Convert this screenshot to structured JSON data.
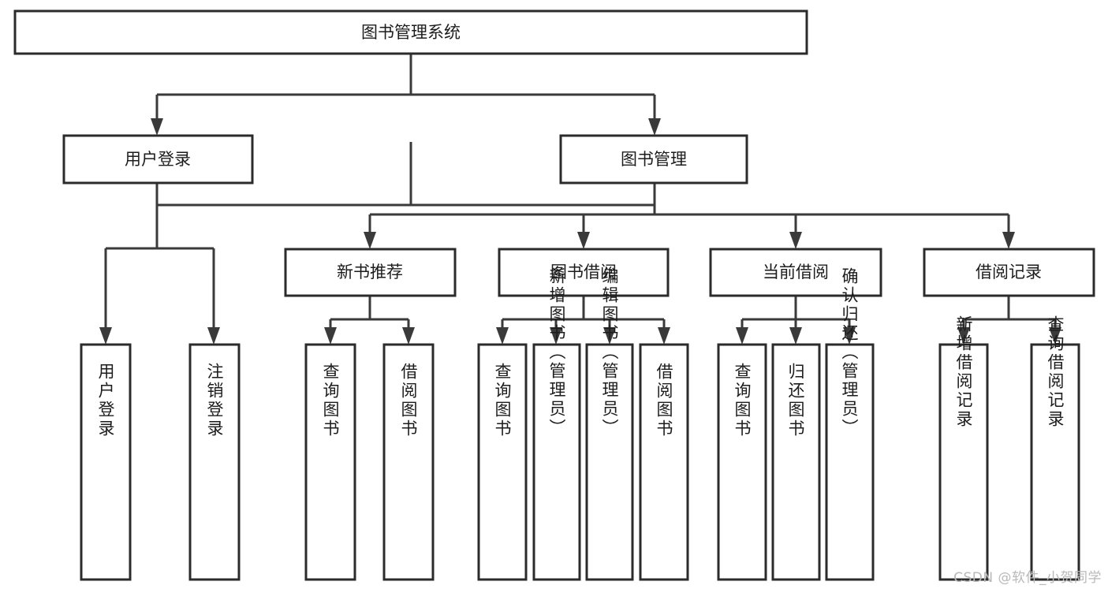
{
  "diagram": {
    "type": "tree-hierarchy-flowchart",
    "title": "图书管理系统",
    "background_color": "#ffffff",
    "box_border_color": "#2b2b2b",
    "connector_color": "#3a3a3a",
    "text_color": "#1c1c1c",
    "levels": [
      {
        "level": 1,
        "nodes": [
          {
            "id": "root",
            "label": "图书管理系统",
            "orientation": "horizontal"
          }
        ]
      },
      {
        "level": 2,
        "nodes": [
          {
            "id": "user-login",
            "label": "用户登录",
            "orientation": "horizontal",
            "parent": "root"
          },
          {
            "id": "book-manage",
            "label": "图书管理",
            "orientation": "horizontal",
            "parent": "root"
          }
        ]
      },
      {
        "level": 3,
        "nodes": [
          {
            "id": "new-book-recommend",
            "label": "新书推荐",
            "orientation": "horizontal",
            "parent": "book-manage"
          },
          {
            "id": "book-borrow",
            "label": "图书借阅",
            "orientation": "horizontal",
            "parent": "book-manage"
          },
          {
            "id": "current-borrow",
            "label": "当前借阅",
            "orientation": "horizontal",
            "parent": "book-manage"
          },
          {
            "id": "borrow-record",
            "label": "借阅记录",
            "orientation": "horizontal",
            "parent": "book-manage"
          }
        ]
      },
      {
        "level": 4,
        "nodes": [
          {
            "id": "leaf-user-login",
            "label": "用户登录",
            "orientation": "vertical",
            "parent": "user-login"
          },
          {
            "id": "leaf-logout-login",
            "label": "注销登录",
            "orientation": "vertical",
            "parent": "user-login"
          },
          {
            "id": "leaf-query-book-1",
            "label": "查询图书",
            "orientation": "vertical",
            "parent": "new-book-recommend"
          },
          {
            "id": "leaf-borrow-book-1",
            "label": "借阅图书",
            "orientation": "vertical",
            "parent": "new-book-recommend"
          },
          {
            "id": "leaf-query-book-2",
            "label": "查询图书",
            "orientation": "vertical",
            "parent": "book-borrow"
          },
          {
            "id": "leaf-add-book",
            "label": "新增图书（管理员）",
            "orientation": "vertical",
            "parent": "book-borrow"
          },
          {
            "id": "leaf-edit-book",
            "label": "编辑图书（管理员）",
            "orientation": "vertical",
            "parent": "book-borrow"
          },
          {
            "id": "leaf-borrow-book-2",
            "label": "借阅图书",
            "orientation": "vertical",
            "parent": "book-borrow"
          },
          {
            "id": "leaf-query-book-3",
            "label": "查询图书",
            "orientation": "vertical",
            "parent": "current-borrow"
          },
          {
            "id": "leaf-return-book",
            "label": "归还图书",
            "orientation": "vertical",
            "parent": "current-borrow"
          },
          {
            "id": "leaf-confirm-return",
            "label": "确认归还（管理员）",
            "orientation": "vertical",
            "parent": "current-borrow"
          },
          {
            "id": "leaf-add-record",
            "label": "新增借阅记录",
            "orientation": "vertical",
            "parent": "borrow-record"
          },
          {
            "id": "leaf-query-record",
            "label": "查询借阅记录",
            "orientation": "vertical",
            "parent": "borrow-record"
          }
        ]
      }
    ]
  },
  "watermark": {
    "text": "CSDN @软件_小贺同学"
  }
}
